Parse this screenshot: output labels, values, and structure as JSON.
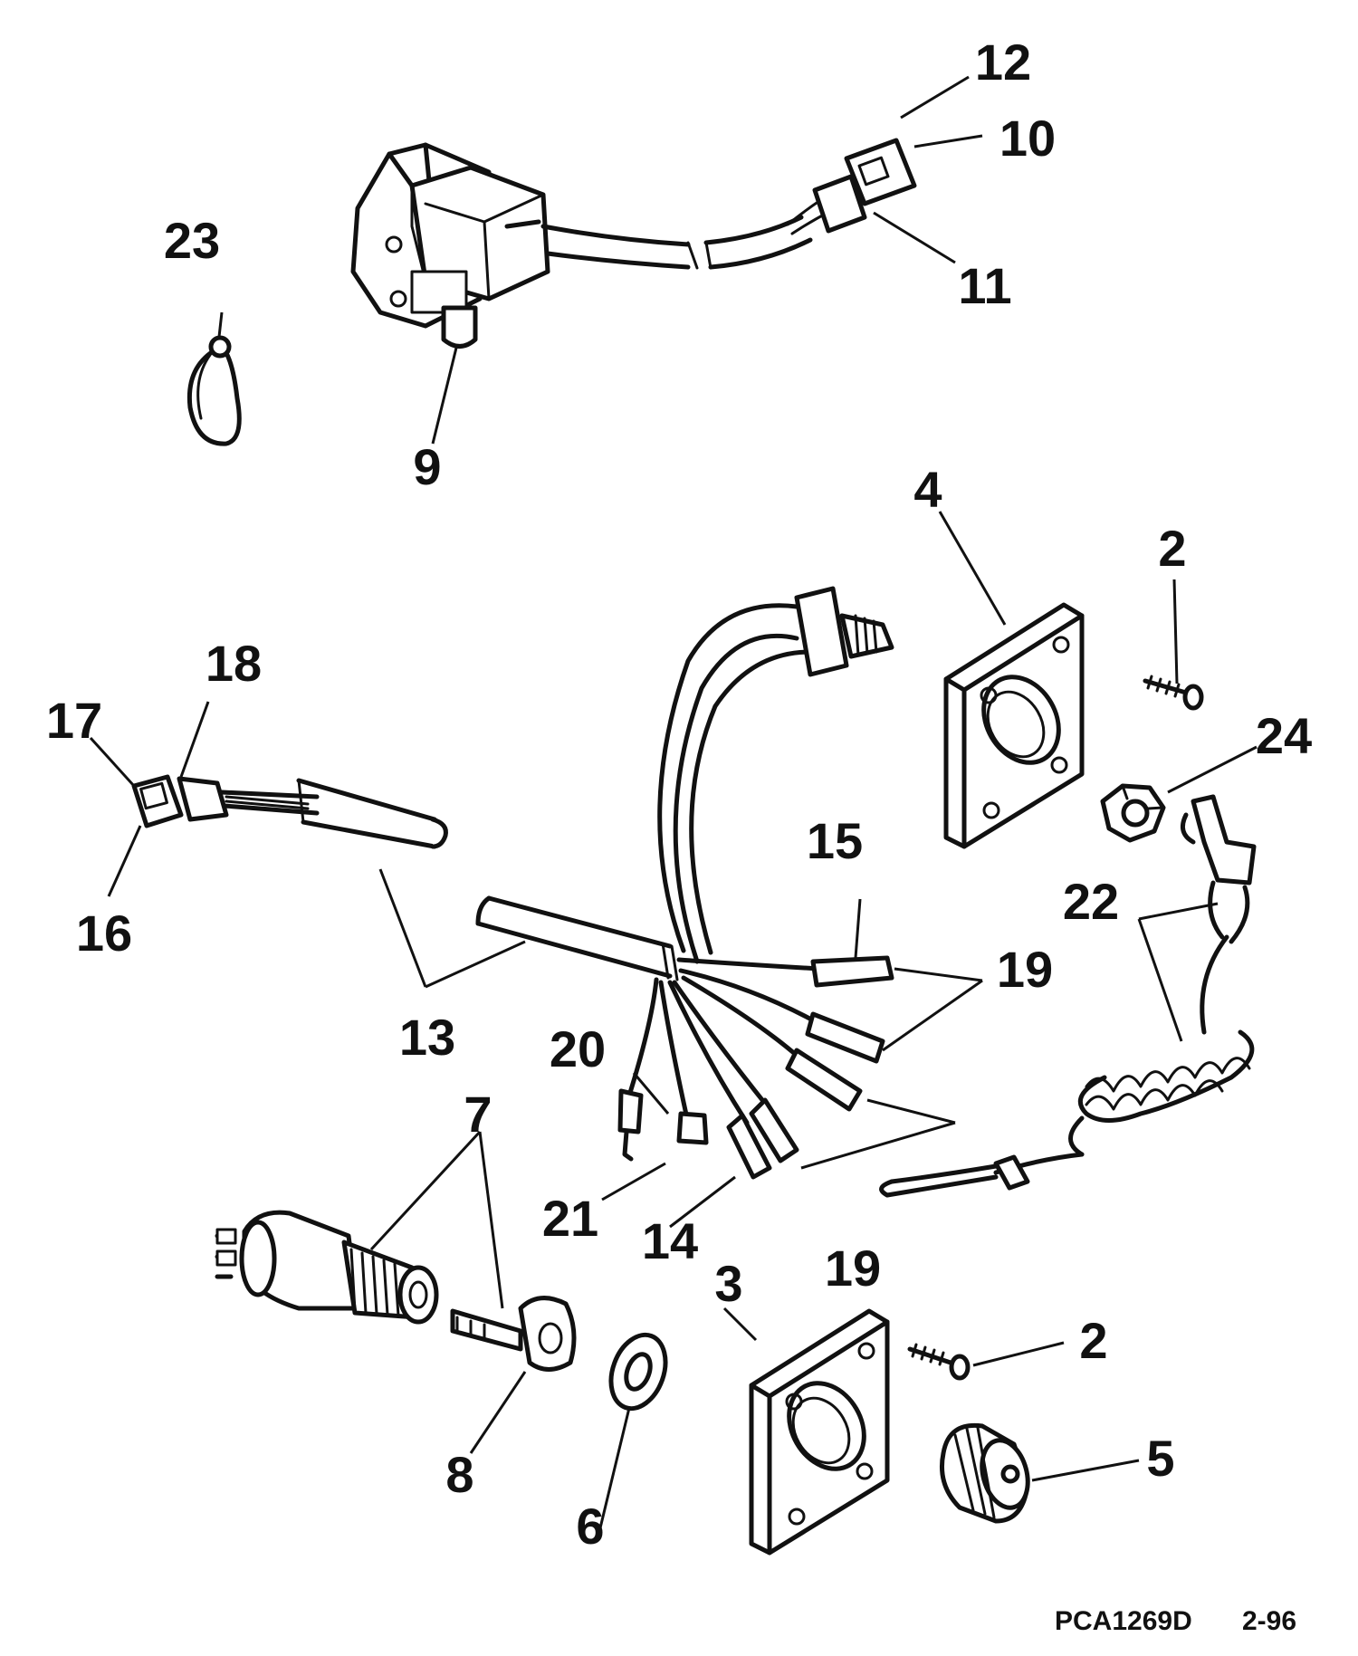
{
  "callouts": {
    "c2a": "2",
    "c2b": "2",
    "c3": "3",
    "c4": "4",
    "c5": "5",
    "c6": "6",
    "c7": "7",
    "c8": "8",
    "c9": "9",
    "c10": "10",
    "c11": "11",
    "c12": "12",
    "c13": "13",
    "c14": "14",
    "c15": "15",
    "c16": "16",
    "c17": "17",
    "c18": "18",
    "c19a": "19",
    "c19b": "19",
    "c20": "20",
    "c21": "21",
    "c22": "22",
    "c23": "23",
    "c24": "24"
  },
  "footer": {
    "code": "PCA1269D",
    "date": "2-96"
  }
}
